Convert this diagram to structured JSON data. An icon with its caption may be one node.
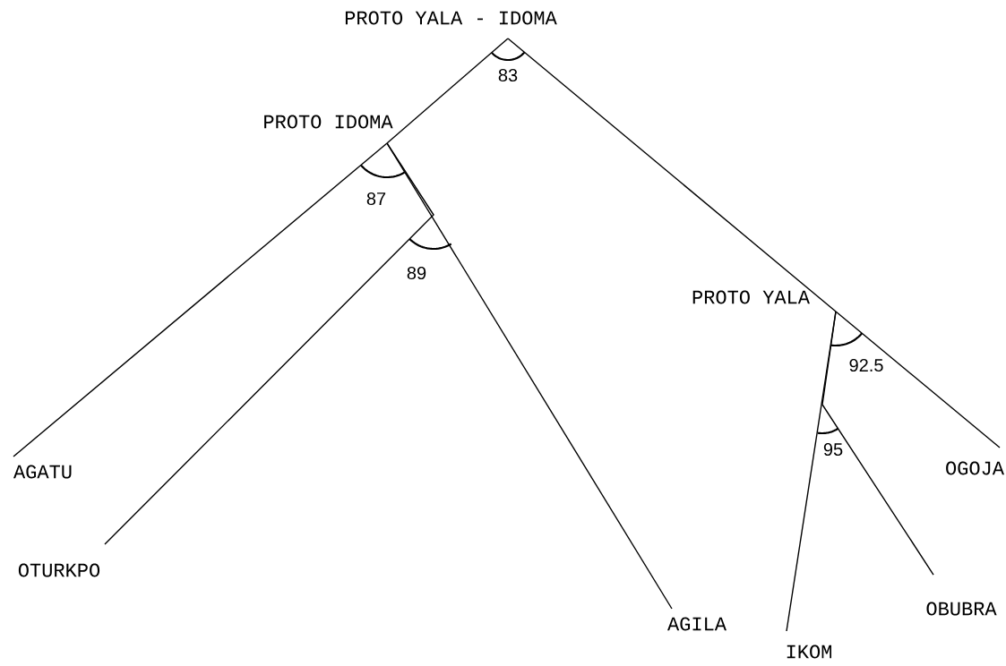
{
  "diagram": {
    "nodes": [
      {
        "text": [
          "PROTO YALA - IDOMA"
        ]
      },
      {
        "text": [
          "PROTO IDOMA"
        ]
      },
      {
        "text": [
          "PROTO YALA"
        ]
      },
      {
        "text": [
          "AGATU"
        ]
      },
      {
        "text": [
          "OTURKPO"
        ]
      },
      {
        "text": [
          "AGILA"
        ]
      },
      {
        "text": [
          "OGOJA"
        ]
      },
      {
        "text": [
          "IKOM"
        ]
      },
      {
        "text": [
          "OBUBRA"
        ]
      }
    ],
    "edges": [
      {
        "from": 0,
        "to": 1,
        "arrow": "none"
      },
      {
        "from": 0,
        "to": 2,
        "arrow": "none"
      },
      {
        "from": 1,
        "to": 3,
        "arrow": "none"
      },
      {
        "from": 1,
        "to": 4,
        "arrow": "none"
      },
      {
        "from": 1,
        "to": 5,
        "arrow": "none"
      },
      {
        "from": 2,
        "to": 6,
        "arrow": "none"
      },
      {
        "from": 2,
        "to": 7,
        "arrow": "none"
      },
      {
        "from": 2,
        "to": 8,
        "arrow": "none"
      }
    ],
    "labels": [
      "83",
      "87",
      "89",
      "92.5",
      "95"
    ]
  }
}
